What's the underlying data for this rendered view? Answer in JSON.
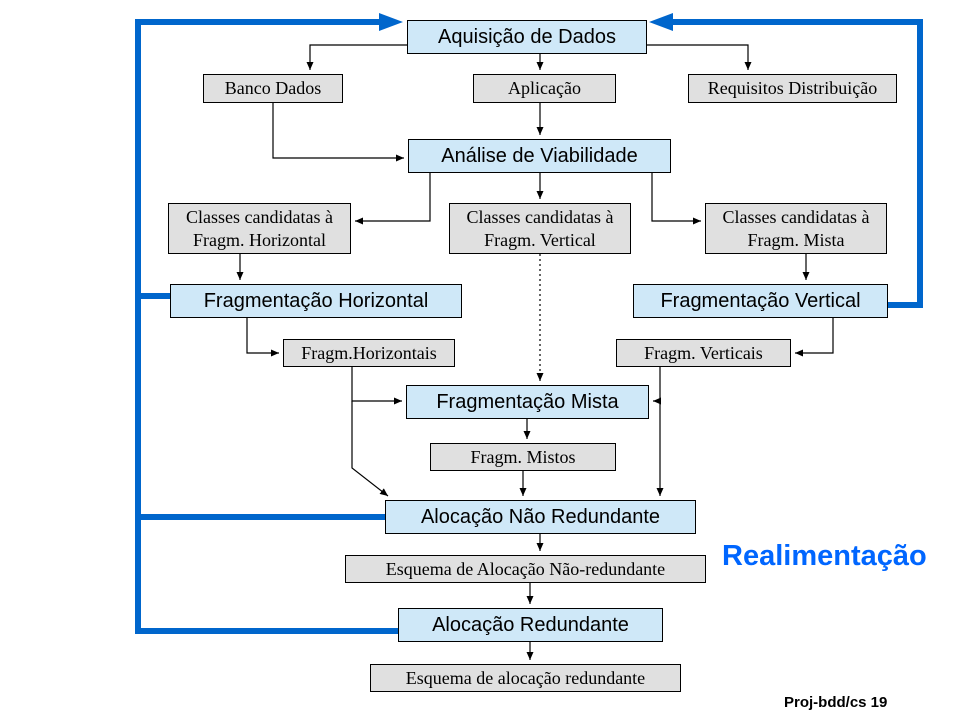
{
  "slide": {
    "feedback_label": "Realimentação",
    "footer": "Proj-bdd/cs 19"
  },
  "colors": {
    "process_box_fill": "#cfe8f8",
    "artifact_box_fill": "#e0e0e0",
    "box_border": "#000000",
    "connector": "#000000",
    "feedback_line": "#0066cc",
    "feedback_label_text": "#0066ff"
  },
  "nodes": {
    "aquisicao": {
      "label": "Aquisição de Dados",
      "type": "process"
    },
    "banco_dados": {
      "label": "Banco Dados",
      "type": "artifact"
    },
    "aplicacao": {
      "label": "Aplicação",
      "type": "artifact"
    },
    "requisitos": {
      "label": "Requisitos Distribuição",
      "type": "artifact"
    },
    "analise": {
      "label": "Análise de Viabilidade",
      "type": "process"
    },
    "cc_horizontal": {
      "label": "Classes candidatas à\nFragm. Horizontal",
      "type": "artifact"
    },
    "cc_vertical": {
      "label": "Classes candidatas à\nFragm. Vertical",
      "type": "artifact"
    },
    "cc_mista": {
      "label": "Classes candidatas à\nFragm. Mista",
      "type": "artifact"
    },
    "frag_horizontal": {
      "label": "Fragmentação Horizontal",
      "type": "process"
    },
    "frag_vertical": {
      "label": "Fragmentação Vertical",
      "type": "process"
    },
    "fragm_horizontais": {
      "label": "Fragm.Horizontais",
      "type": "artifact"
    },
    "fragm_verticais": {
      "label": "Fragm. Verticais",
      "type": "artifact"
    },
    "frag_mista": {
      "label": "Fragmentação Mista",
      "type": "process"
    },
    "fragm_mistos": {
      "label": "Fragm. Mistos",
      "type": "artifact"
    },
    "alocacao_nao_redundante": {
      "label": "Alocação Não Redundante",
      "type": "process"
    },
    "esquema_nao_redundante": {
      "label": "Esquema de Alocação Não-redundante",
      "type": "artifact"
    },
    "alocacao_redundante": {
      "label": "Alocação Redundante",
      "type": "process"
    },
    "esquema_redundante": {
      "label": "Esquema de alocação redundante",
      "type": "artifact"
    }
  },
  "edges": [
    {
      "from": "aquisicao",
      "to": "banco_dados",
      "style": "solid"
    },
    {
      "from": "aquisicao",
      "to": "aplicacao",
      "style": "solid"
    },
    {
      "from": "aquisicao",
      "to": "requisitos",
      "style": "solid"
    },
    {
      "from": "banco_dados",
      "to": "analise",
      "style": "solid"
    },
    {
      "from": "aplicacao",
      "to": "analise",
      "style": "solid"
    },
    {
      "from": "analise",
      "to": "cc_horizontal",
      "style": "solid"
    },
    {
      "from": "analise",
      "to": "cc_vertical",
      "style": "solid"
    },
    {
      "from": "analise",
      "to": "cc_mista",
      "style": "solid"
    },
    {
      "from": "cc_horizontal",
      "to": "frag_horizontal",
      "style": "solid"
    },
    {
      "from": "cc_mista",
      "to": "frag_vertical",
      "style": "solid"
    },
    {
      "from": "cc_vertical",
      "to": "frag_mista",
      "style": "dotted"
    },
    {
      "from": "frag_horizontal",
      "to": "fragm_horizontais",
      "style": "solid"
    },
    {
      "from": "frag_vertical",
      "to": "fragm_verticais",
      "style": "solid"
    },
    {
      "from": "fragm_horizontais",
      "to": "frag_mista",
      "style": "solid"
    },
    {
      "from": "fragm_verticais",
      "to": "frag_mista",
      "style": "solid"
    },
    {
      "from": "fragm_horizontais",
      "to": "alocacao_nao_redundante",
      "style": "solid"
    },
    {
      "from": "fragm_verticais",
      "to": "alocacao_nao_redundante",
      "style": "solid"
    },
    {
      "from": "frag_mista",
      "to": "fragm_mistos",
      "style": "solid"
    },
    {
      "from": "fragm_mistos",
      "to": "alocacao_nao_redundante",
      "style": "solid"
    },
    {
      "from": "alocacao_nao_redundante",
      "to": "esquema_nao_redundante",
      "style": "solid"
    },
    {
      "from": "esquema_nao_redundante",
      "to": "alocacao_redundante",
      "style": "solid"
    },
    {
      "from": "alocacao_redundante",
      "to": "esquema_redundante",
      "style": "solid"
    },
    {
      "from": "frag_horizontal",
      "to": "aquisicao",
      "style": "feedback"
    },
    {
      "from": "frag_vertical",
      "to": "aquisicao",
      "style": "feedback"
    },
    {
      "from": "alocacao_nao_redundante",
      "to": "aquisicao",
      "style": "feedback"
    },
    {
      "from": "alocacao_redundante",
      "to": "aquisicao",
      "style": "feedback"
    }
  ]
}
